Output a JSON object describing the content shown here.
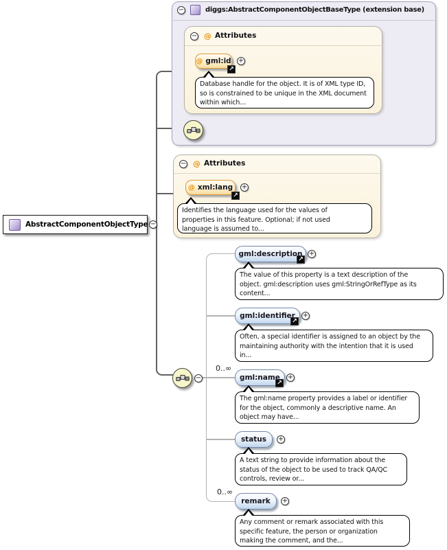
{
  "extension_panel": {
    "title": "diggs:AbstractComponentObjectBaseType (extension base)",
    "attributes_header": "Attributes",
    "attribute": {
      "name": "gml:id",
      "doc": "Database handle for the object. It is of XML type ID,\nso is constrained to be unique in the XML document\nwithin which..."
    }
  },
  "root_type": {
    "label": "AbstractComponentObjectType"
  },
  "local_attributes_panel": {
    "attributes_header": "Attributes",
    "attribute": {
      "name": "xml:lang",
      "doc": "Identifies the language used for the values of\nproperties in this feature. Optional; if not used\nlanguage is assumed to..."
    }
  },
  "sequence": {
    "children": [
      {
        "name": "gml:description",
        "cardinality": "",
        "doc": "The value of this property is a text description of the\nobject. gml:description uses gml:StringOrRefType as its\ncontent..."
      },
      {
        "name": "gml:identifier",
        "cardinality": "",
        "doc": "Often, a special identifier is assigned to an object by the\nmaintaining authority with the intention that it is used\nin..."
      },
      {
        "name": "gml:name",
        "cardinality": "0..∞",
        "doc": "The gml:name property provides a label or identifier\nfor the object, commonly a descriptive name. An\nobject may have..."
      },
      {
        "name": "status",
        "cardinality": "",
        "doc": "A text string to provide information about the\nstatus of the object to be used to track QA/QC\ncontrols, review or..."
      },
      {
        "name": "remark",
        "cardinality": "0..∞",
        "doc": "Any comment or remark associated with this\nspecific feature, the person or organization\nmaking the comment, and the..."
      }
    ]
  },
  "glyphs": {
    "minus": "−",
    "plus": "+",
    "at": "@",
    "link_arrow": "↗"
  },
  "colors": {
    "extension_panel_fill": "#edebf4",
    "attributes_panel_fill": "#fbf2dc",
    "attribute_pill_fill": "#f6dda2",
    "element_pill_fill": "#c3d7ef",
    "sequence_icon_fill": "#f7f6ca",
    "at_symbol": "#e8920a"
  }
}
